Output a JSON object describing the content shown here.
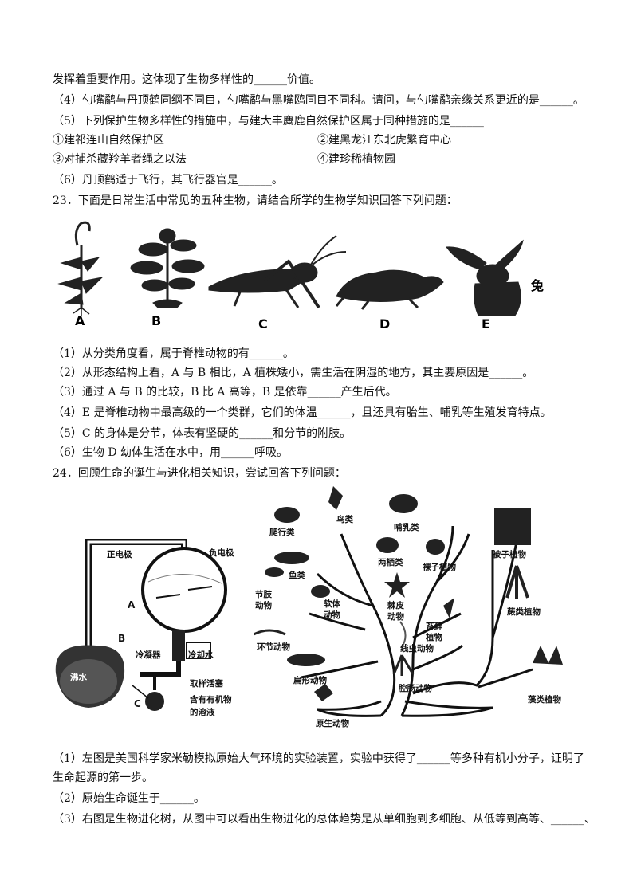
{
  "lines": {
    "l1": "发挥着重要作用。这体现了生物多样性的______价值。",
    "l2": "（4）勺嘴鹬与丹顶鹤同纲不同目，勺嘴鹬与黑嘴鸥同目不同科。请问，与勺嘴鹬亲缘关系更近的是______。",
    "l3": "（5）下列保护生物多样性的措施中，与建大丰麋鹿自然保护区属于同种措施的是______",
    "l4a": "①建祁连山自然保护区",
    "l4b": "②建黑龙江东北虎繁育中心",
    "l5a": "③对捕杀藏羚羊者绳之以法",
    "l5b": "④建珍稀植物园",
    "l6": "（6）丹顶鹤适于飞行，其飞行器官是______。",
    "q23": "23．下面是日常生活中常见的五种生物，请结合所学的生物学知识回答下列问题：",
    "q23_1": "（1）从分类角度看，属于脊椎动物的有______。",
    "q23_2": "（2）从形态结构上看，A 与 B 相比，A 植株矮小，需生活在阴湿的地方，其主要原因是______。",
    "q23_3": "（3）通过 A 与 B 的比较，B 比 A 高等，B 是依靠______产生后代。",
    "q23_4": "（4）E 是脊椎动物中最高级的一个类群，它们的体温______，且还具有胎生、哺乳等生殖发育特点。",
    "q23_5": "（5）C 的身体是分节，体表有坚硬的______和分节的附肢。",
    "q23_6": "（6）生物 D 幼体生活在水中，用______呼吸。",
    "q24": "24．回顾生命的诞生与进化相关知识，尝试回答下列问题：",
    "q24_1a": "（1）左图是美国科学家米勒模拟原始大气环境的实验装置，实验中获得了______等多种有机小分子，证明了",
    "q24_1b": "生命起源的第一步。",
    "q24_2": "（2）原始生命诞生于______。",
    "q24_3": "（3）右图是生物进化树，从图中可以看出生物进化的总体趋势是从单细胞到多细胞、从低等到高等、______、"
  },
  "fig23": {
    "letters": [
      "A",
      "B",
      "C",
      "D",
      "E"
    ],
    "rabbit_char": "兔"
  },
  "miller": {
    "pos_electrode": "正电极",
    "neg_electrode": "负电极",
    "label_a": "A",
    "label_b": "B",
    "label_c": "C",
    "boiling": "沸水",
    "condenser": "冷凝器",
    "cooling": "冷却水",
    "valve": "取样活塞",
    "solution_1": "含有有机物",
    "solution_2": "的溶液"
  },
  "tree": {
    "reptile": "爬行类",
    "bird": "鸟类",
    "mammal": "哺乳类",
    "fish": "鱼类",
    "amphibian": "两栖类",
    "gymno": "裸子植物",
    "angio": "被子植物",
    "arthro_1": "节肢",
    "arthro_2": "动物",
    "mollusc_1": "软体",
    "mollusc_2": "动物",
    "echino_1": "棘皮",
    "echino_2": "动物",
    "moss_1": "苔藓",
    "moss_2": "植物",
    "fern": "蕨类植物",
    "annelid": "环节动物",
    "nematode": "线虫动物",
    "flatworm": "扁形动物",
    "cnidarian": "腔肠动物",
    "algae": "藻类植物",
    "protozoa": "原生动物"
  }
}
